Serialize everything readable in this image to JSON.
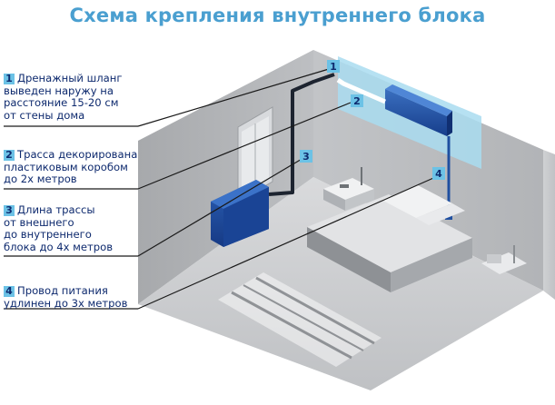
{
  "title": "Схема крепления внутреннего блока",
  "notes": [
    {
      "num": "1",
      "lines": [
        "Дренажный шланг",
        "выведен наружу на",
        "расстояние 15-20 см",
        "от стены дома"
      ]
    },
    {
      "num": "2",
      "lines": [
        "Трасса декорирована",
        "пластиковым коробом",
        "до 2х метров"
      ]
    },
    {
      "num": "3",
      "lines": [
        "Длина трассы",
        "от внешнего",
        "до внутреннего",
        "блока до 4х метров"
      ]
    },
    {
      "num": "4",
      "lines": [
        "Провод питания",
        "удлинен до 3х метров"
      ]
    }
  ],
  "markers": [
    "1",
    "2",
    "3",
    "4"
  ],
  "colors": {
    "title": "#4a9fd0",
    "text": "#0e2a6e",
    "badge": "#6cc2e6",
    "unit": "#1f4fa0",
    "wall": "#b4b7bb",
    "accent_panel": "#a9dcf0"
  }
}
